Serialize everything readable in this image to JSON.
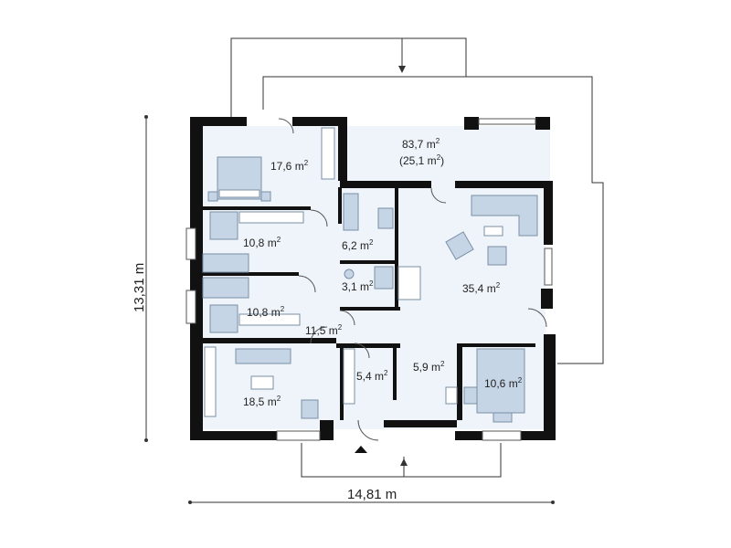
{
  "dimensions": {
    "width": "14,81 m",
    "height": "13,31 m"
  },
  "terrace": {
    "area": "83,7 m",
    "area_sup": "2",
    "covered_area": "(25,1 m",
    "covered_sup": "2",
    "covered_close": ")"
  },
  "rooms": [
    {
      "id": "bedroom-1",
      "area": "17,6 m",
      "sup": "2"
    },
    {
      "id": "bedroom-2",
      "area": "10,8 m",
      "sup": "2"
    },
    {
      "id": "bedroom-3",
      "area": "10,8 m",
      "sup": "2"
    },
    {
      "id": "bathroom",
      "area": "6,2 m",
      "sup": "2"
    },
    {
      "id": "wc",
      "area": "3,1 m",
      "sup": "2"
    },
    {
      "id": "living-room",
      "area": "35,4 m",
      "sup": "2"
    },
    {
      "id": "hallway",
      "area": "11,5 m",
      "sup": "2"
    },
    {
      "id": "wardrobe",
      "area": "5,4 m",
      "sup": "2"
    },
    {
      "id": "kitchen",
      "area": "5,9 m",
      "sup": "2"
    },
    {
      "id": "dining",
      "area": "10,6 m",
      "sup": "2"
    },
    {
      "id": "bedroom-4",
      "area": "18,5 m",
      "sup": "2"
    }
  ],
  "colors": {
    "wall": "#111111",
    "floor": "#eef4fa",
    "furniture": "#c5d5e6",
    "furniture_stroke": "#7b8fa6",
    "line": "#333333"
  }
}
